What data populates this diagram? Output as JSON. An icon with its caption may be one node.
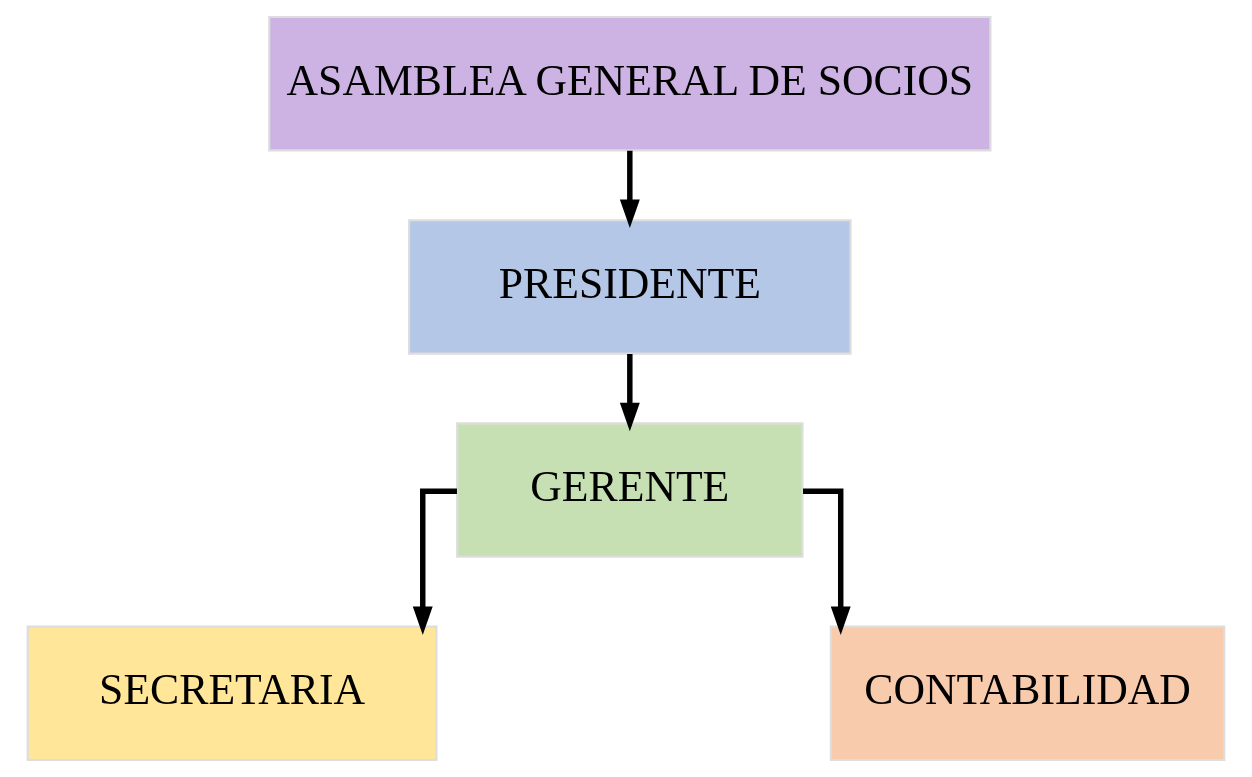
{
  "diagram": {
    "nodes": [
      {
        "text": [
          "ASAMBLEA GENERAL DE SOCIOS"
        ]
      },
      {
        "text": [
          "PRESIDENTE"
        ]
      },
      {
        "text": [
          "GERENTE"
        ]
      },
      {
        "text": [
          "SECRETARIA"
        ]
      },
      {
        "text": [
          "CONTABILIDAD"
        ]
      }
    ],
    "edges": [
      {
        "from": 0,
        "to": 1,
        "arrow": "to"
      },
      {
        "from": 1,
        "to": 2,
        "arrow": "to"
      },
      {
        "from": 2,
        "to": 3,
        "arrow": "to"
      },
      {
        "from": 2,
        "to": 4,
        "arrow": "to"
      }
    ]
  }
}
